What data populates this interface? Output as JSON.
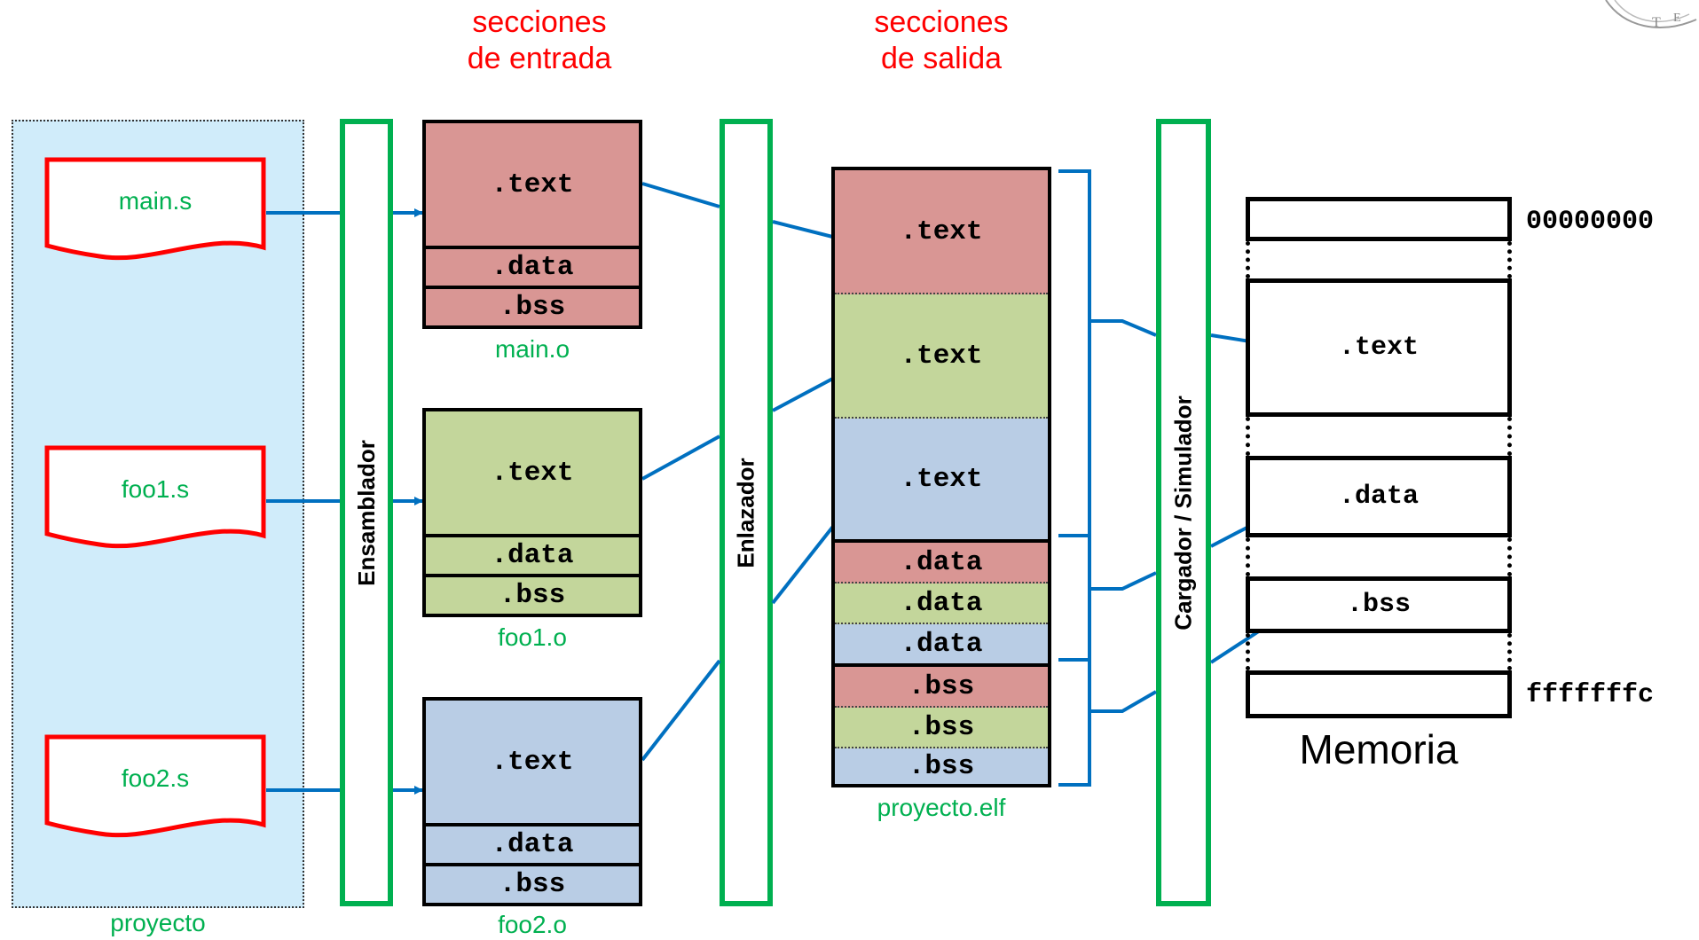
{
  "headers": {
    "input_sections": [
      "secciones",
      "de entrada"
    ],
    "output_sections": [
      "secciones",
      "de salida"
    ]
  },
  "sources": [
    "main.s",
    "foo1.s",
    "foo2.s"
  ],
  "project_label": "proyecto",
  "tools": {
    "assembler": "Ensamblador",
    "linker": "Enlazador",
    "loader": "Cargador / Simulador"
  },
  "objects": [
    {
      "name": "main.o",
      "text": ".text",
      "data": ".data",
      "bss": ".bss"
    },
    {
      "name": "foo1.o",
      "text": ".text",
      "data": ".data",
      "bss": ".bss"
    },
    {
      "name": "foo2.o",
      "text": ".text",
      "data": ".data",
      "bss": ".bss"
    }
  ],
  "elf": {
    "name": "proyecto.elf",
    "sections": [
      ".text",
      ".text",
      ".text",
      ".data",
      ".data",
      ".data",
      ".bss",
      ".bss",
      ".bss"
    ]
  },
  "memory": {
    "label": "Memoria",
    "top_address": "00000000",
    "bottom_address": "fffffffc",
    "text": ".text",
    "data": ".data",
    "bss": ".bss"
  },
  "colors": {
    "main": "#d99694",
    "foo1": "#c3d69b",
    "foo2": "#b9cde5",
    "project_bg": "#d0ecfa",
    "tool_border": "#00b050",
    "source_border": "#ff0000",
    "arrow": "#0070c0",
    "label_red": "#ff0000",
    "label_green": "#00b050"
  }
}
